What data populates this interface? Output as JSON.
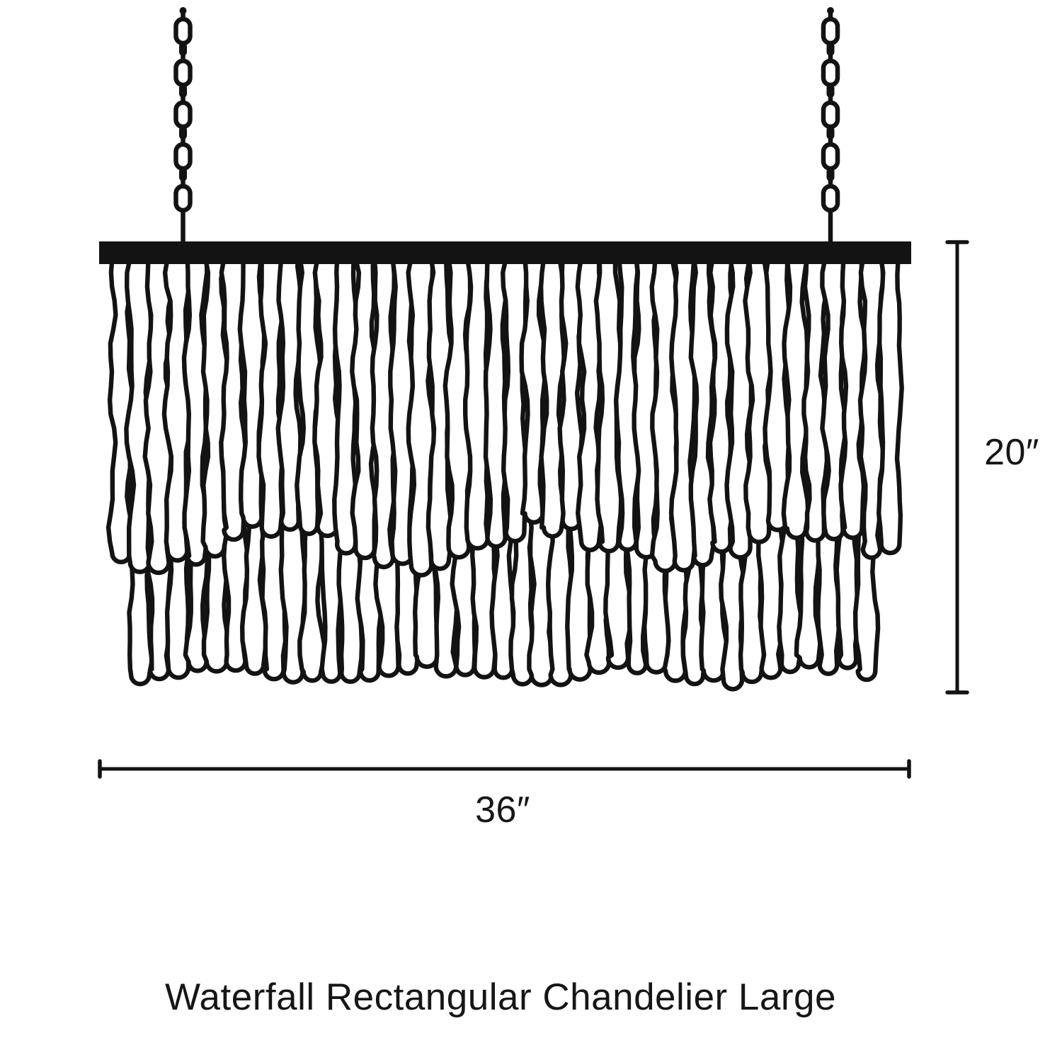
{
  "colors": {
    "ink": "#131313",
    "background": "#ffffff"
  },
  "product": {
    "title": "Waterfall Rectangular Chandelier Large"
  },
  "dimensions": {
    "width": {
      "label": "36″",
      "value_inches": 36
    },
    "height": {
      "label": "20″",
      "value_inches": 20
    }
  },
  "illustration": {
    "kind": "black line drawing of a waterfall rectangular chandelier",
    "chains": 2,
    "frame": "rectangular top bar",
    "strand_tiers": 2
  }
}
